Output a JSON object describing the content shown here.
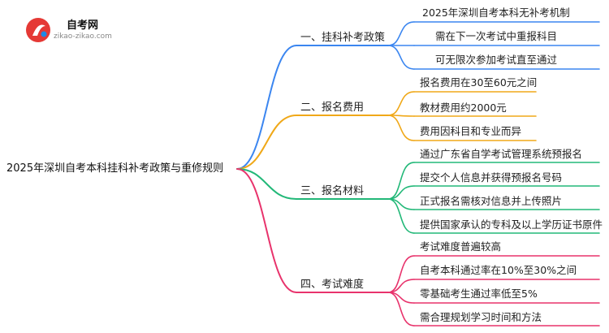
{
  "logo": {
    "title": "自考网",
    "url": "zikao-zikao.com"
  },
  "mindmap": {
    "root": "2025年深圳自考本科挂科补考政策与重修规则",
    "branches": [
      {
        "label": "一、挂科补考政策",
        "color": "#3b86f0",
        "leaves": [
          "2025年深圳自考本科无补考机制",
          "需在下一次考试中重报科目",
          "可无限次参加考试直至通过"
        ]
      },
      {
        "label": "二、报名费用",
        "color": "#f0a818",
        "leaves": [
          "报名费用在30至60元之间",
          "教材费用约2000元",
          "费用因科目和专业而异"
        ]
      },
      {
        "label": "三、报名材料",
        "color": "#22b878",
        "leaves": [
          "通过广东省自学考试管理系统预报名",
          "提交个人信息并获得预报名号码",
          "正式报名需核对信息并上传照片",
          "提供国家承认的专科及以上学历证书原件"
        ]
      },
      {
        "label": "四、考试难度",
        "color": "#e8336c",
        "leaves": [
          "考试难度普遍较高",
          "自考本科通过率在10%至30%之间",
          "零基础考生通过率低至5%",
          "需合理规划学习时间和方法"
        ]
      }
    ]
  }
}
